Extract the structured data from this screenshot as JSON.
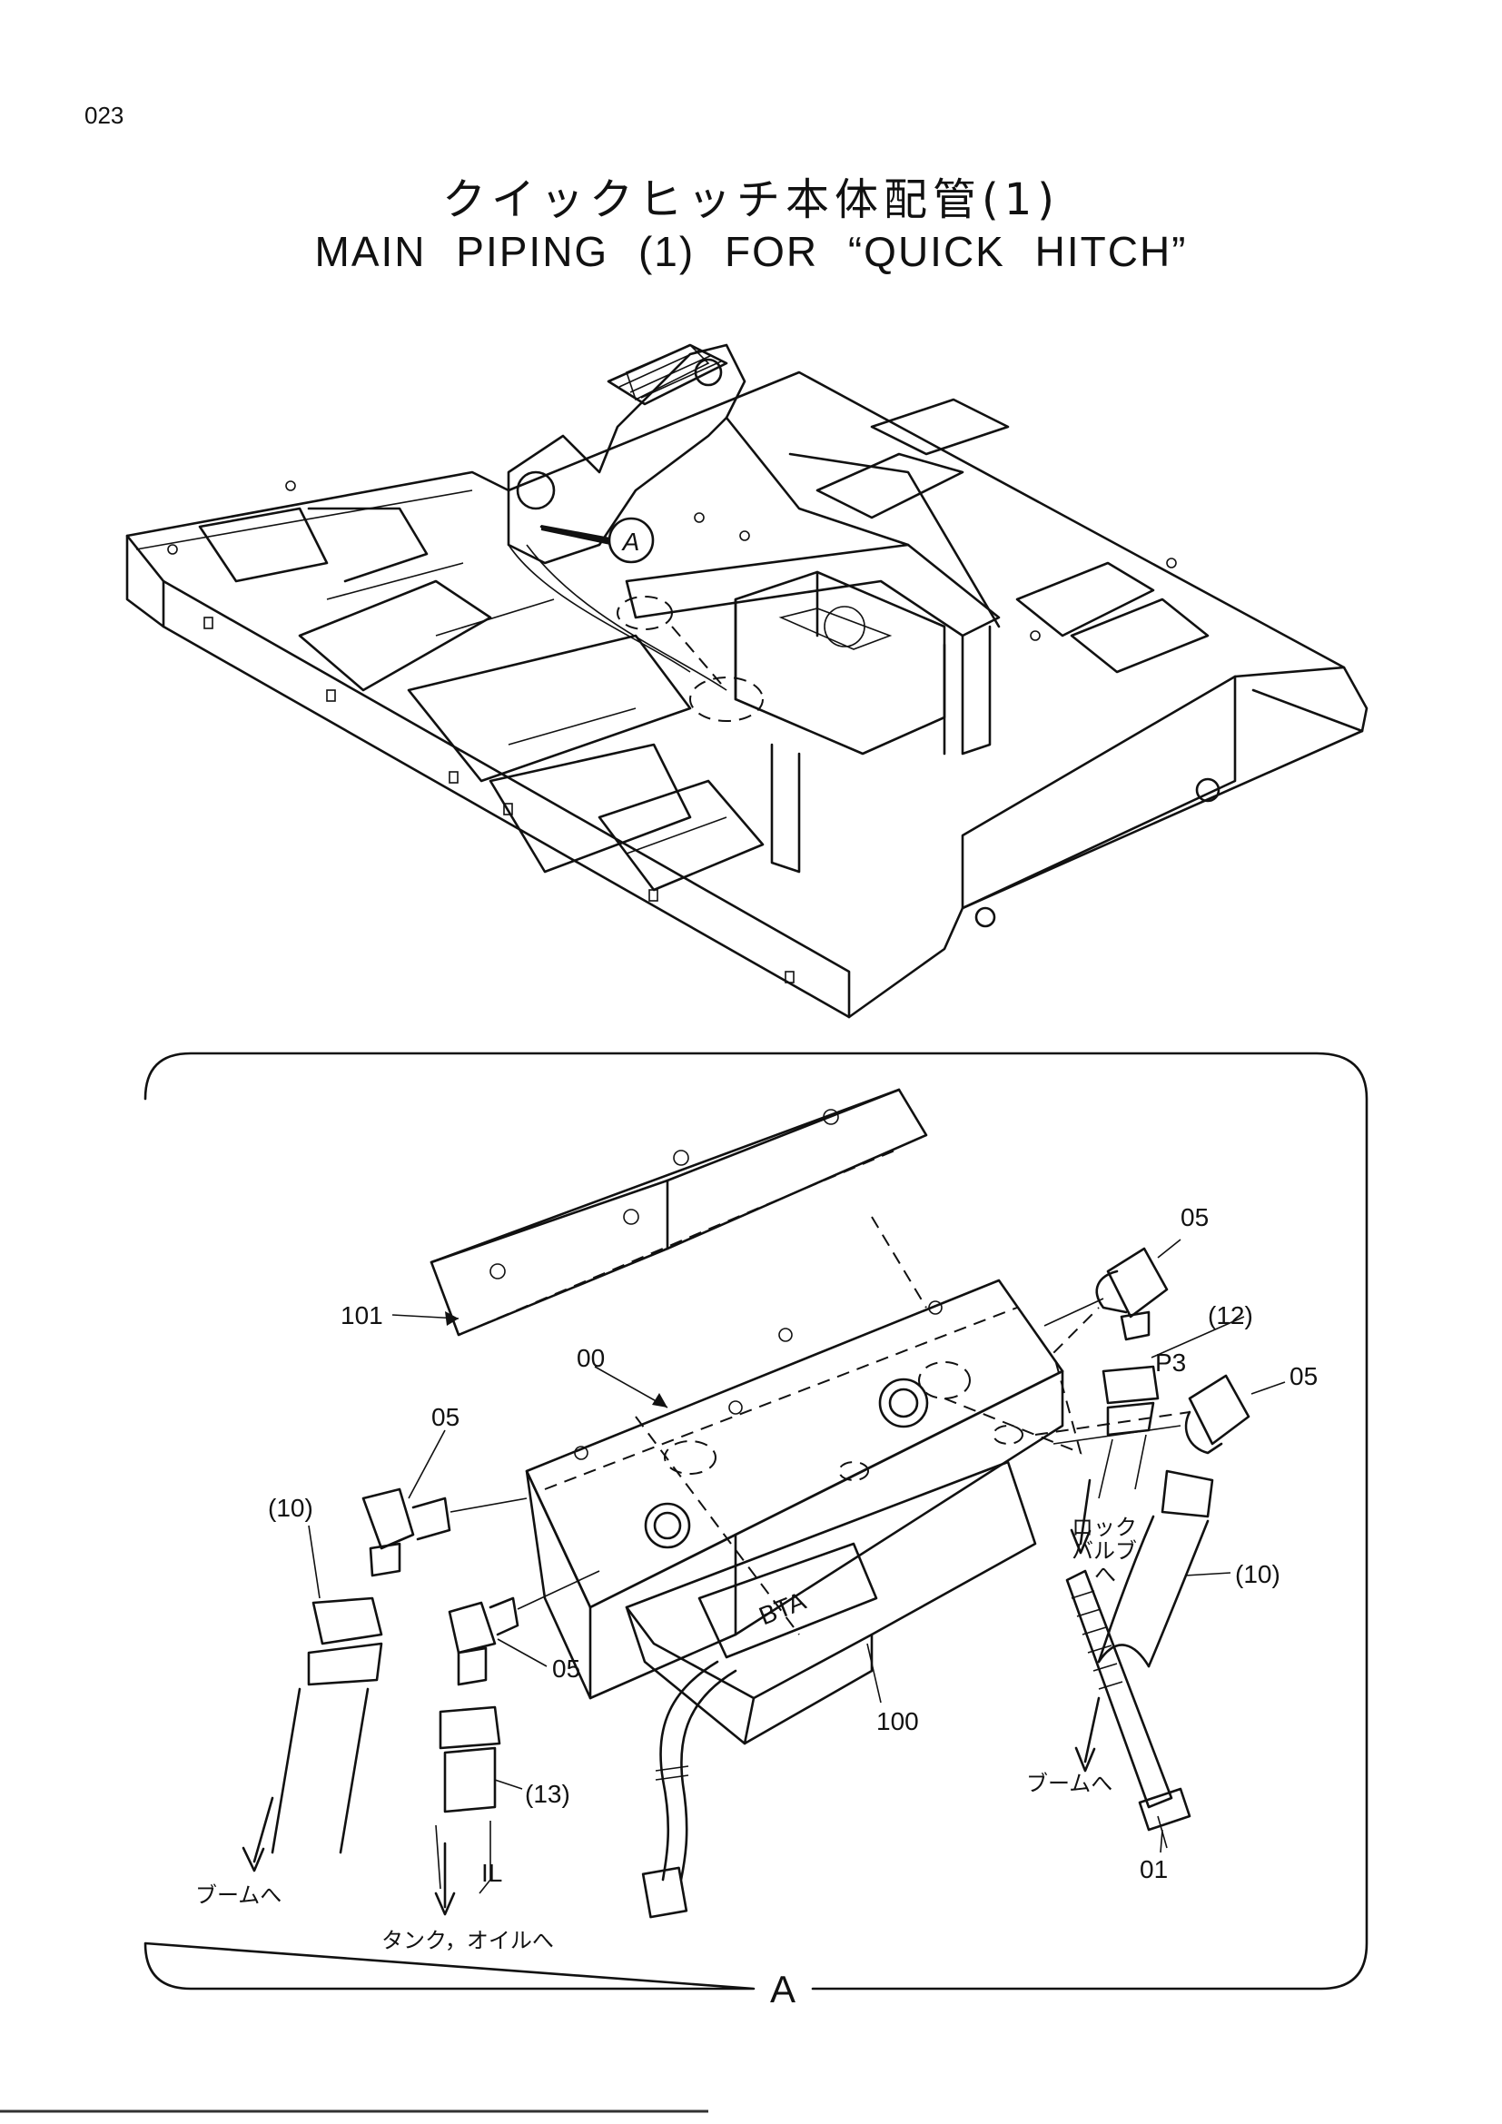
{
  "page_number": "023",
  "title": {
    "japanese": "クイックヒッチ本体配管(1)",
    "english": "MAIN   PIPING (1)   FOR “QUICK   HITCH”"
  },
  "overview": {
    "detail_callout": "A"
  },
  "detail": {
    "view_label": "A",
    "part_labels": {
      "p101": "101",
      "p00": "00",
      "p05_top": "05",
      "p12": "(12)",
      "p3": "P3",
      "p05_right": "05",
      "p05_left": "05",
      "p10_left": "(10)",
      "p05_mid": "05",
      "p10_right": "(10)",
      "p100": "100",
      "p13": "(13)",
      "p01": "01",
      "il": "IL",
      "plate": "BTA"
    },
    "notes": {
      "to_boom_left": "ブームへ",
      "to_tank_oil": "タンク，オイルへ",
      "to_lock_valve_1": "ロック",
      "to_lock_valve_2": "バルブ",
      "to_lock_valve_3": "へ",
      "to_boom_right": "ブームへ"
    }
  }
}
